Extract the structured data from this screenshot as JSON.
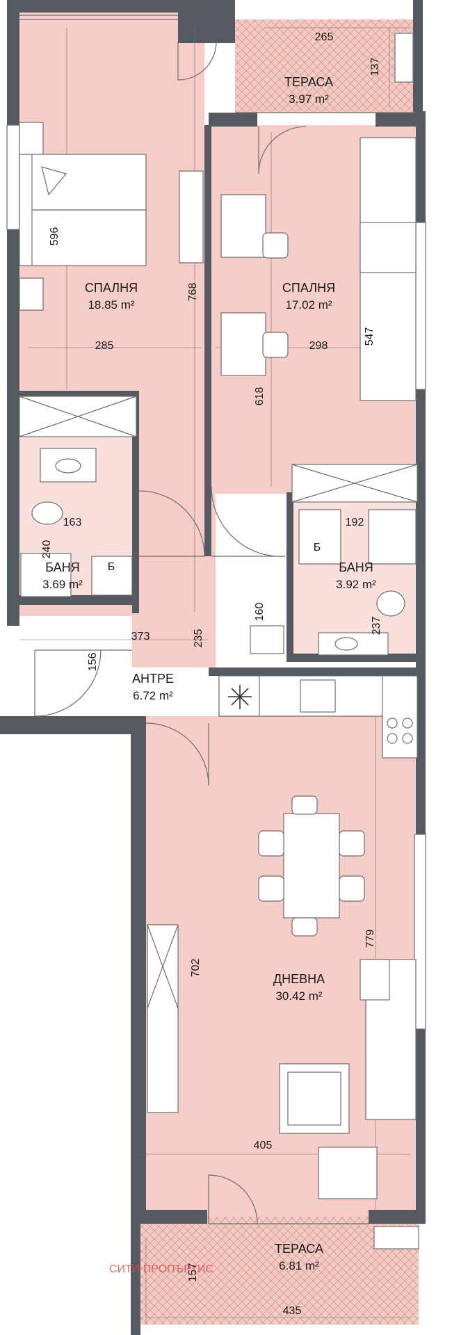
{
  "colors": {
    "room_fill": "#f6cdc8",
    "terrace_fill": "#f3cbc4",
    "wall": "#555a60",
    "wall_dark": "#3e4248",
    "line": "#6d6d6d",
    "watermark": "#e04848"
  },
  "rooms": {
    "terrace_top": {
      "name": "ТЕРАСА",
      "area": "3.97 m²"
    },
    "bedroom_left": {
      "name": "СПАЛНЯ",
      "area": "18.85 m²"
    },
    "bedroom_right": {
      "name": "СПАЛНЯ",
      "area": "17.02 m²"
    },
    "bath_left": {
      "name": "БАНЯ",
      "area": "3.69 m²"
    },
    "bath_right": {
      "name": "БАНЯ",
      "area": "3.92 m²"
    },
    "hall": {
      "name": "АНТРЕ",
      "area": "6.72 m²"
    },
    "living": {
      "name": "ДНЕВНА",
      "area": "30.42 m²"
    },
    "terrace_bottom": {
      "name": "ТЕРАСА",
      "area": "6.81 m²"
    }
  },
  "dimensions": {
    "d265": "265",
    "d137": "137",
    "d596": "596",
    "d768": "768",
    "d285": "285",
    "d298": "298",
    "d547": "547",
    "d618": "618",
    "d163": "163",
    "d240": "240",
    "d192": "192",
    "d160": "160",
    "d237": "237",
    "d373": "373",
    "d235": "235",
    "d156": "156",
    "d702": "702",
    "d779": "779",
    "d405": "405",
    "d157": "157",
    "d435": "435"
  },
  "labels": {
    "heater_left": "Б",
    "heater_right": "Б"
  },
  "watermark": "СИТИ ПРОПЪРТИС",
  "icons": [
    "snowflake-icon",
    "bed-icon",
    "shower-icon",
    "toilet-icon",
    "sink-icon",
    "washing-machine-icon",
    "stove-icon",
    "table-icon",
    "sofa-icon"
  ]
}
